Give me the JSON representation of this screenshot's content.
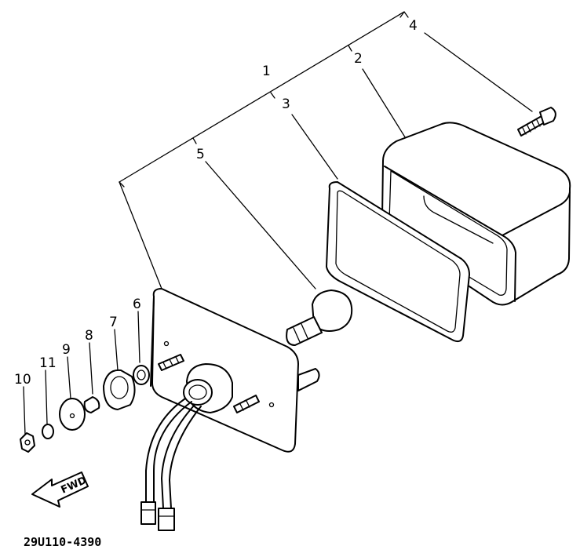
{
  "diagram": {
    "part_labels": [
      "1",
      "2",
      "3",
      "4",
      "5",
      "6",
      "7",
      "8",
      "9",
      "10",
      "11"
    ],
    "fwd_label": "FWD",
    "drawing_code": "29U110-4390",
    "line_color": "#000000",
    "background_color": "#ffffff"
  }
}
